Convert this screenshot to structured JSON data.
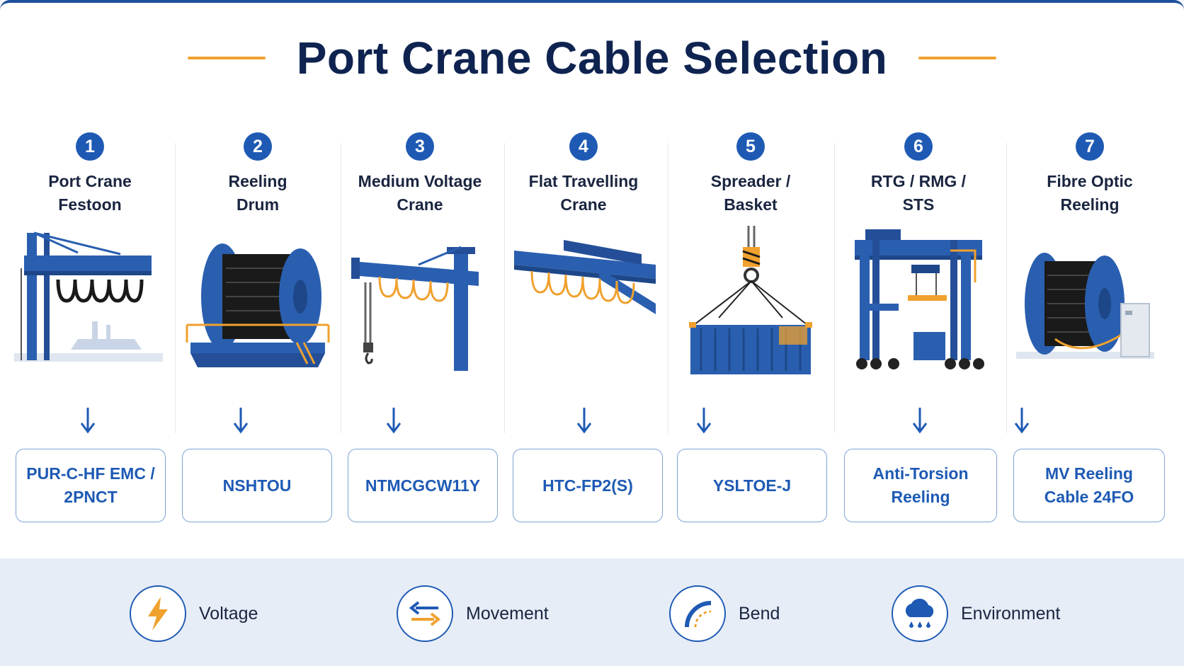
{
  "title": "Port Crane Cable Selection",
  "colors": {
    "primary": "#1e5ab4",
    "accent": "#f0a12e",
    "text": "#0f2350"
  },
  "steps": [
    {
      "number": "1",
      "label_line1": "Port Crane",
      "label_line2": "Festoon",
      "illustration": "festoon-crane",
      "result_line1": "PUR-C-HF EMC /",
      "result_line2": "2PNCT"
    },
    {
      "number": "2",
      "label_line1": "Reeling",
      "label_line2": "Drum",
      "illustration": "reeling-drum",
      "result_line1": "NSHTOU",
      "result_line2": ""
    },
    {
      "number": "3",
      "label_line1": "Medium Voltage",
      "label_line2": "Crane",
      "illustration": "mv-crane",
      "result_line1": "NTMCGCW11Y",
      "result_line2": ""
    },
    {
      "number": "4",
      "label_line1": "Flat Travelling",
      "label_line2": "Crane",
      "illustration": "flat-travelling-crane",
      "result_line1": "HTC-FP2(S)",
      "result_line2": ""
    },
    {
      "number": "5",
      "label_line1": "Spreader /",
      "label_line2": "Basket",
      "illustration": "spreader-container",
      "result_line1": "YSLTOE-J",
      "result_line2": ""
    },
    {
      "number": "6",
      "label_line1": "RTG / RMG /",
      "label_line2": "STS",
      "illustration": "gantry-crane",
      "result_line1": "Anti-Torsion",
      "result_line2": "Reeling"
    },
    {
      "number": "7",
      "label_line1": "Fibre Optic",
      "label_line2": "Reeling",
      "illustration": "fibre-reel",
      "result_line1": "MV Reeling",
      "result_line2": "Cable 24FO"
    }
  ],
  "factors": [
    {
      "label": "Voltage",
      "icon": "lightning-icon"
    },
    {
      "label": "Movement",
      "icon": "arrows-icon"
    },
    {
      "label": "Bend",
      "icon": "bend-icon"
    },
    {
      "label": "Environment",
      "icon": "rain-cloud-icon"
    }
  ]
}
